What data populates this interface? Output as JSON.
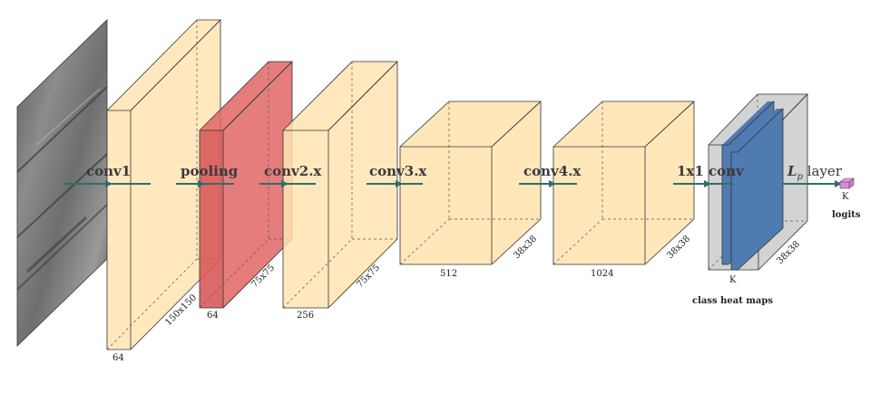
{
  "colors": {
    "feature_map": "#ffe4b3",
    "pooling": "#e06666",
    "heat_box": "#c8c8c8",
    "heat_maps": "#4f7bb0",
    "arrow": "#2f6e6a",
    "logits": "#d98ad9"
  },
  "stages": {
    "conv1": "conv1",
    "pooling": "pooling",
    "conv2": "conv2.x",
    "conv3": "conv3.x",
    "conv4": "conv4.x",
    "conv1x1": "1x1 conv",
    "lp_main": "L",
    "lp_sub": "p",
    "lp_rest": " layer"
  },
  "dims": {
    "b1_depth": "64",
    "b1_size": "150x150",
    "pool_depth": "64",
    "pool_size": "75x75",
    "b2_depth": "256",
    "b2_size": "75x75",
    "b3_depth": "512",
    "b3_size": "38x38",
    "b4_depth": "1024",
    "b4_size": "38x38",
    "heat_depth": "K",
    "heat_size": "38x38",
    "logits_depth": "K"
  },
  "captions": {
    "heat_maps": "class heat maps",
    "logits": "logits"
  }
}
